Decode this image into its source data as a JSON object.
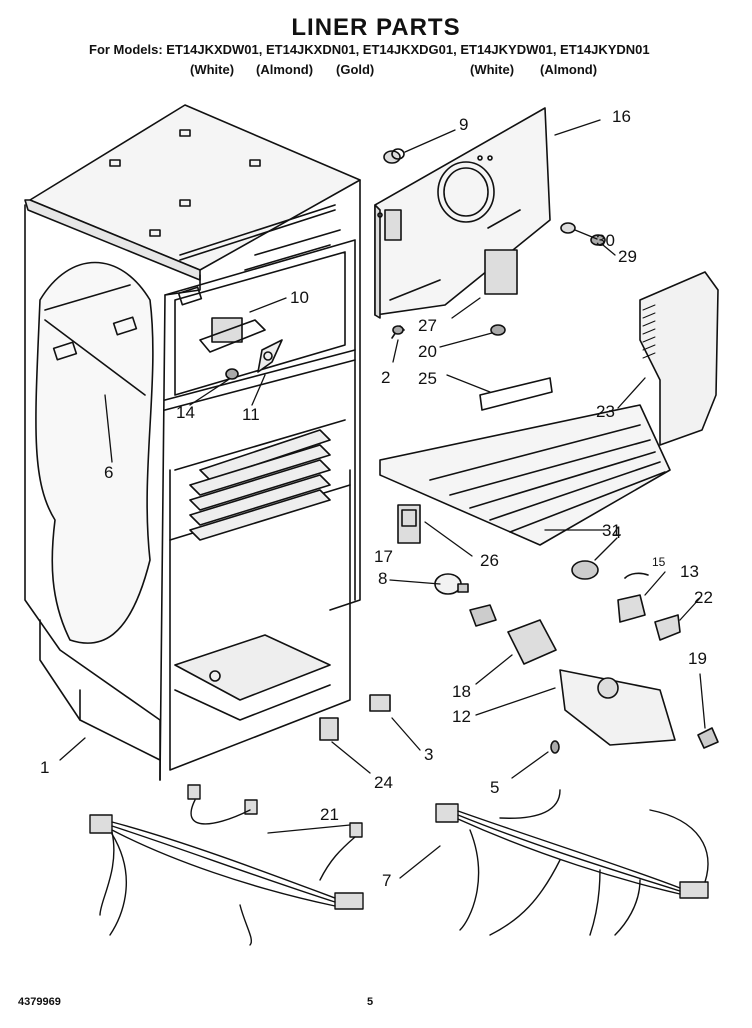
{
  "header": {
    "title": "LINER PARTS",
    "models_line": "For Models: ET14JKXDW01, ET14JKXDN01, ET14JKXDG01, ET14JKYDW01, ET14JKYDN01",
    "colors": [
      "(White)",
      "(Almond)",
      "(Gold)",
      "(White)",
      "(Almond)"
    ]
  },
  "callouts": [
    "1",
    "2",
    "3",
    "4",
    "5",
    "6",
    "7",
    "8",
    "9",
    "10",
    "11",
    "12",
    "13",
    "14",
    "15",
    "16",
    "17",
    "18",
    "19",
    "20",
    "21",
    "22",
    "23",
    "24",
    "25",
    "26",
    "27",
    "29",
    "30",
    "31"
  ],
  "footer": {
    "part_number": "4379969",
    "page_number": "5"
  }
}
